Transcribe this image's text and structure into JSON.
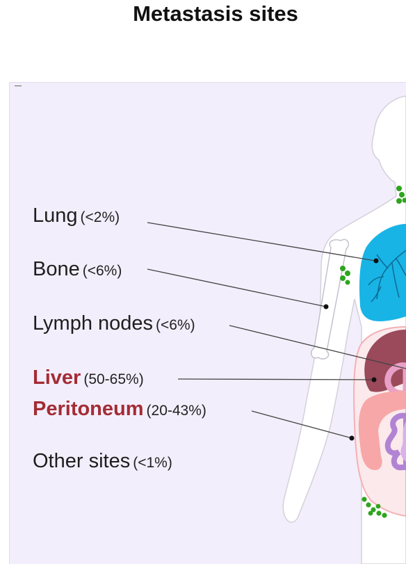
{
  "title": "Metastasis sites",
  "colors": {
    "panel_background": "#f3eefb",
    "highlight": "#a32c35",
    "lung": "#19b4e6",
    "liver": "#9a4a5a",
    "peritoneum": "#f7a7a7",
    "stomach": "#e9a0c8",
    "lymph_node": "#2ea41f",
    "leader_line": "#444444"
  },
  "sites": [
    {
      "name": "Lung",
      "percent": "(<2%)",
      "highlighted": false,
      "organ": "lung"
    },
    {
      "name": "Bone",
      "percent": "(<6%)",
      "highlighted": false,
      "organ": "humerus"
    },
    {
      "name": "Lymph nodes",
      "percent": "(<6%)",
      "highlighted": false,
      "organ": "lymph-nodes"
    },
    {
      "name": "Liver",
      "percent": "(50-65%)",
      "highlighted": true,
      "organ": "liver"
    },
    {
      "name": "Peritoneum",
      "percent": "(20-43%)",
      "highlighted": true,
      "organ": "peritoneum"
    },
    {
      "name": "Other sites",
      "percent": "(<1%)",
      "highlighted": false,
      "organ": ""
    }
  ]
}
